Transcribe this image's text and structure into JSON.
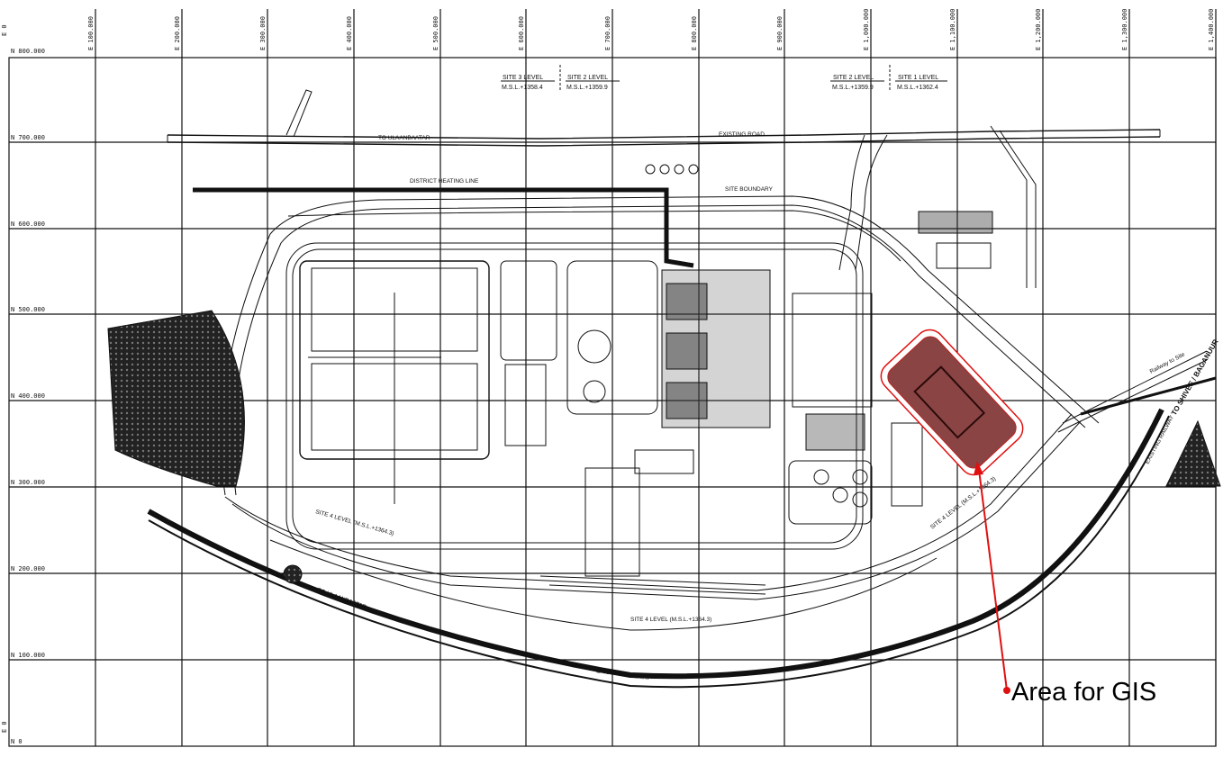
{
  "grid": {
    "easting_labels": [
      "E 100.000",
      "E 200.000",
      "E 300.000",
      "E 400.000",
      "E 500.000",
      "E 600.000",
      "E 700.000",
      "E 800.000",
      "E 900.000",
      "E 1,000.000",
      "E 1,100.000",
      "E 1,200.000",
      "E 1,300.000",
      "E 1,400.000"
    ],
    "northing_labels": [
      "N 800.000",
      "N 700.000",
      "N 600.000",
      "N 500.000",
      "N 400.000",
      "N 300.000",
      "N 200.000",
      "N 100.000",
      "N 0"
    ],
    "origin_label_top": "E 0",
    "origin_label_bottom": "E 0"
  },
  "levels": [
    {
      "title": "SITE 3 LEVEL",
      "value": "M.S.L.+1358.4"
    },
    {
      "title": "SITE 2 LEVEL",
      "value": "M.S.L.+1359.9"
    },
    {
      "title": "SITE 2 LEVEL",
      "value": "M.S.L.+1359.9"
    },
    {
      "title": "SITE 1 LEVEL",
      "value": "M.S.L.+1362.4"
    }
  ],
  "labels": {
    "to_ulaanbaatar_top": "TO ULAANBAATAR",
    "existing_road": "EXISTING ROAD",
    "district_heating_line": "DISTRICT HEATING LINE",
    "site_boundary": "SITE BOUNDARY",
    "site_4_level_left": "SITE 4 LEVEL (M.S.L.+1364.3)",
    "site_4_level_bottom": "SITE 4 LEVEL (M.S.L.+1364.3)",
    "site_4_level_right": "SITE 4 LEVEL (M.S.L.+1364.3)",
    "to_ulaanbaatar_bottom": "TO ULAANBAATAR",
    "existing_railway": "EXISTING RAILWAY",
    "railway_to_site": "Railway to Site",
    "to_shivee_baganuur": "TO SHIVEE / BAGANUUR",
    "existing_railway_right": "EXISTING RAILWAY"
  },
  "callout": {
    "text": "Area for GIS"
  },
  "colors": {
    "callout_arrow": "#e01010",
    "gis_outline": "#e01010",
    "gis_fill": "#7a2a2a",
    "line": "#111111"
  }
}
